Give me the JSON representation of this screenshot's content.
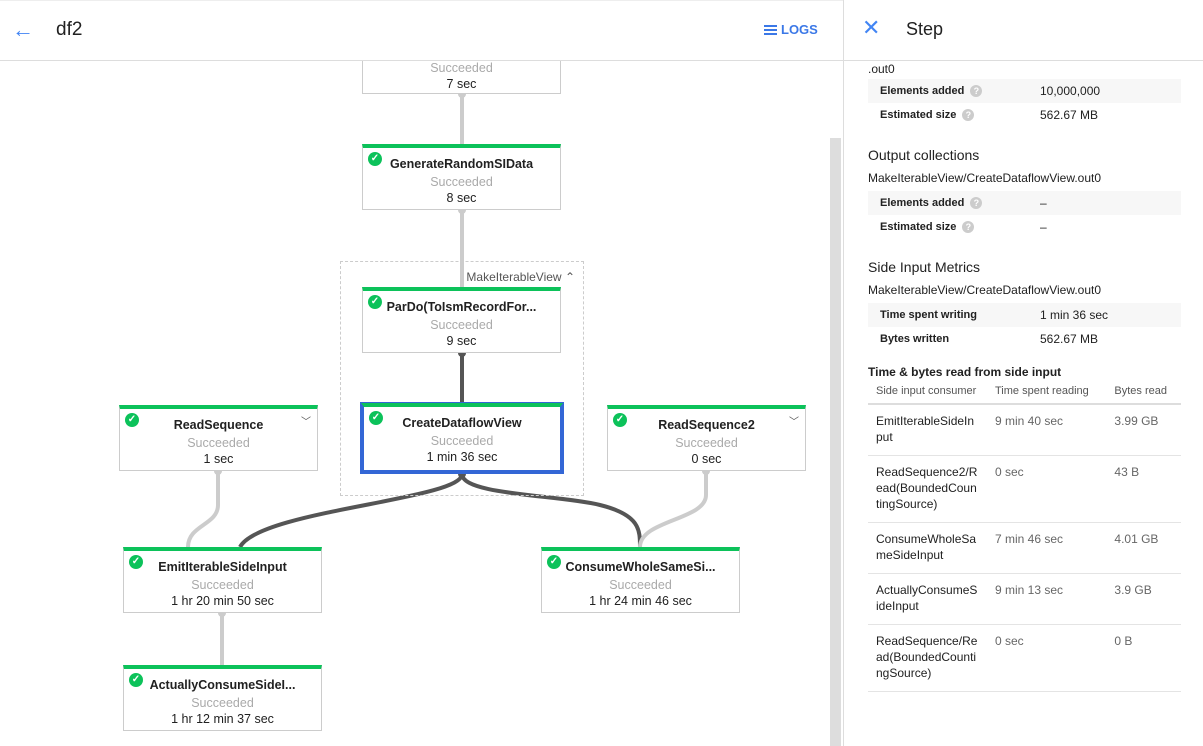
{
  "header": {
    "title": "df2",
    "logs_label": "LOGS",
    "back_icon": "arrow-left-icon",
    "logs_icon": "list-icon"
  },
  "colors": {
    "success": "#0cc25a",
    "selected": "#3367d6",
    "accent": "#3b78e7"
  },
  "graph": {
    "group_label": "MakeIterableView",
    "nodes": [
      {
        "name": "",
        "status": "Succeeded",
        "duration": "7 sec"
      },
      {
        "name": "GenerateRandomSIData",
        "status": "Succeeded",
        "duration": "8 sec"
      },
      {
        "name": "ParDo(ToIsmRecordFor...",
        "status": "Succeeded",
        "duration": "9 sec"
      },
      {
        "name": "CreateDataflowView",
        "status": "Succeeded",
        "duration": "1 min 36 sec"
      },
      {
        "name": "ReadSequence",
        "status": "Succeeded",
        "duration": "1 sec"
      },
      {
        "name": "ReadSequence2",
        "status": "Succeeded",
        "duration": "0 sec"
      },
      {
        "name": "EmitIterableSideInput",
        "status": "Succeeded",
        "duration": "1 hr 20 min 50 sec"
      },
      {
        "name": "ConsumeWholeSameSi...",
        "status": "Succeeded",
        "duration": "1 hr 24 min 46 sec"
      },
      {
        "name": "ActuallyConsumeSideI...",
        "status": "Succeeded",
        "duration": "1 hr 12 min 37 sec"
      }
    ]
  },
  "panel": {
    "title": "Step",
    "cut_text": ".out0",
    "input": [
      {
        "k": "Elements added",
        "v": "10,000,000"
      },
      {
        "k": "Estimated size",
        "v": "562.67 MB"
      }
    ],
    "output_title": "Output collections",
    "output_name": "MakeIterableView/CreateDataflowView.out0",
    "output": [
      {
        "k": "Elements added",
        "v": "–"
      },
      {
        "k": "Estimated size",
        "v": "–"
      }
    ],
    "side_title": "Side Input Metrics",
    "side_name": "MakeIterableView/CreateDataflowView.out0",
    "side": [
      {
        "k": "Time spent writing",
        "v": "1 min 36 sec"
      },
      {
        "k": "Bytes written",
        "v": "562.67 MB"
      }
    ],
    "read_title": "Time & bytes read from side input",
    "read_headers": [
      "Side input consumer",
      "Time spent reading",
      "Bytes read"
    ],
    "read_rows": [
      [
        "EmitIterableSideInput",
        "9 min 40 sec",
        "3.99 GB"
      ],
      [
        "ReadSequence2/Read(BoundedCountingSource)",
        "0 sec",
        "43 B"
      ],
      [
        "ConsumeWholeSameSideInput",
        "7 min 46 sec",
        "4.01 GB"
      ],
      [
        "ActuallyConsumeSideInput",
        "9 min 13 sec",
        "3.9 GB"
      ],
      [
        "ReadSequence/Read(BoundedCountingSource)",
        "0 sec",
        "0 B"
      ]
    ]
  }
}
